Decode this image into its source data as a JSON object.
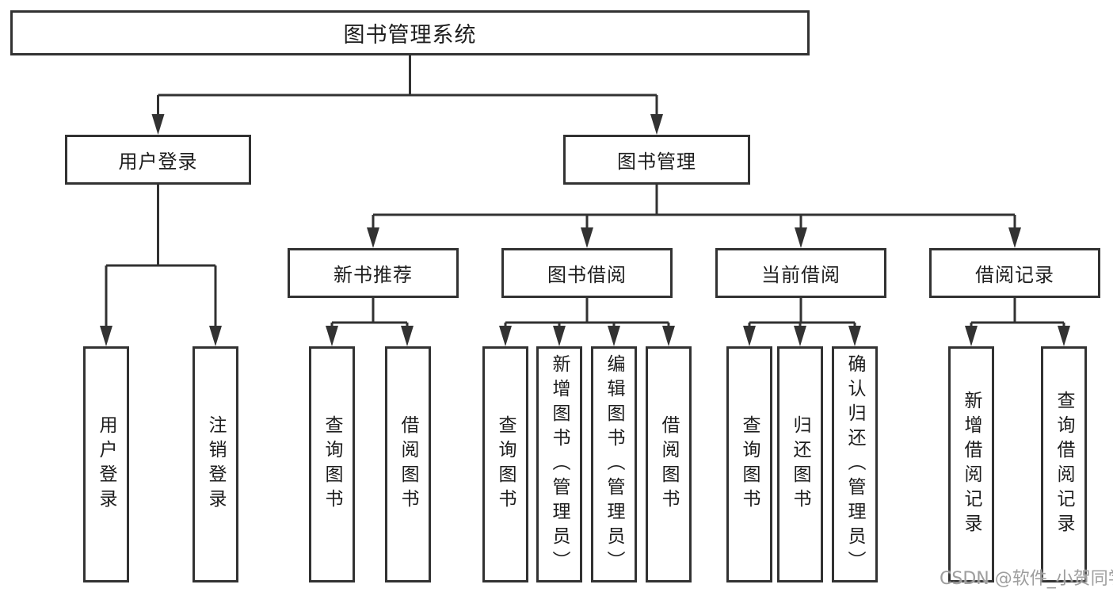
{
  "diagram_title": "图书管理系统",
  "tree": {
    "label": "图书管理系统",
    "children": [
      {
        "label": "用户登录",
        "children": [
          {
            "label": "用户登录"
          },
          {
            "label": "注销登录"
          }
        ]
      },
      {
        "label": "图书管理",
        "children": [
          {
            "label": "新书推荐",
            "children": [
              {
                "label": "查询图书"
              },
              {
                "label": "借阅图书"
              }
            ]
          },
          {
            "label": "图书借阅",
            "children": [
              {
                "label": "查询图书"
              },
              {
                "label": "新增图书（管理员）"
              },
              {
                "label": "编辑图书（管理员）"
              },
              {
                "label": "借阅图书"
              }
            ]
          },
          {
            "label": "当前借阅",
            "children": [
              {
                "label": "查询图书"
              },
              {
                "label": "归还图书"
              },
              {
                "label": "确认归还（管理员）"
              }
            ]
          },
          {
            "label": "借阅记录",
            "children": [
              {
                "label": "新增借阅记录"
              },
              {
                "label": "查询借阅记录"
              }
            ]
          }
        ]
      }
    ]
  },
  "watermark": "CSDN @软件_小贺同学",
  "colors": {
    "line": "#323232",
    "text": "#1d1d1d",
    "background": "#ffffff",
    "watermark": "#9e9e9e"
  }
}
